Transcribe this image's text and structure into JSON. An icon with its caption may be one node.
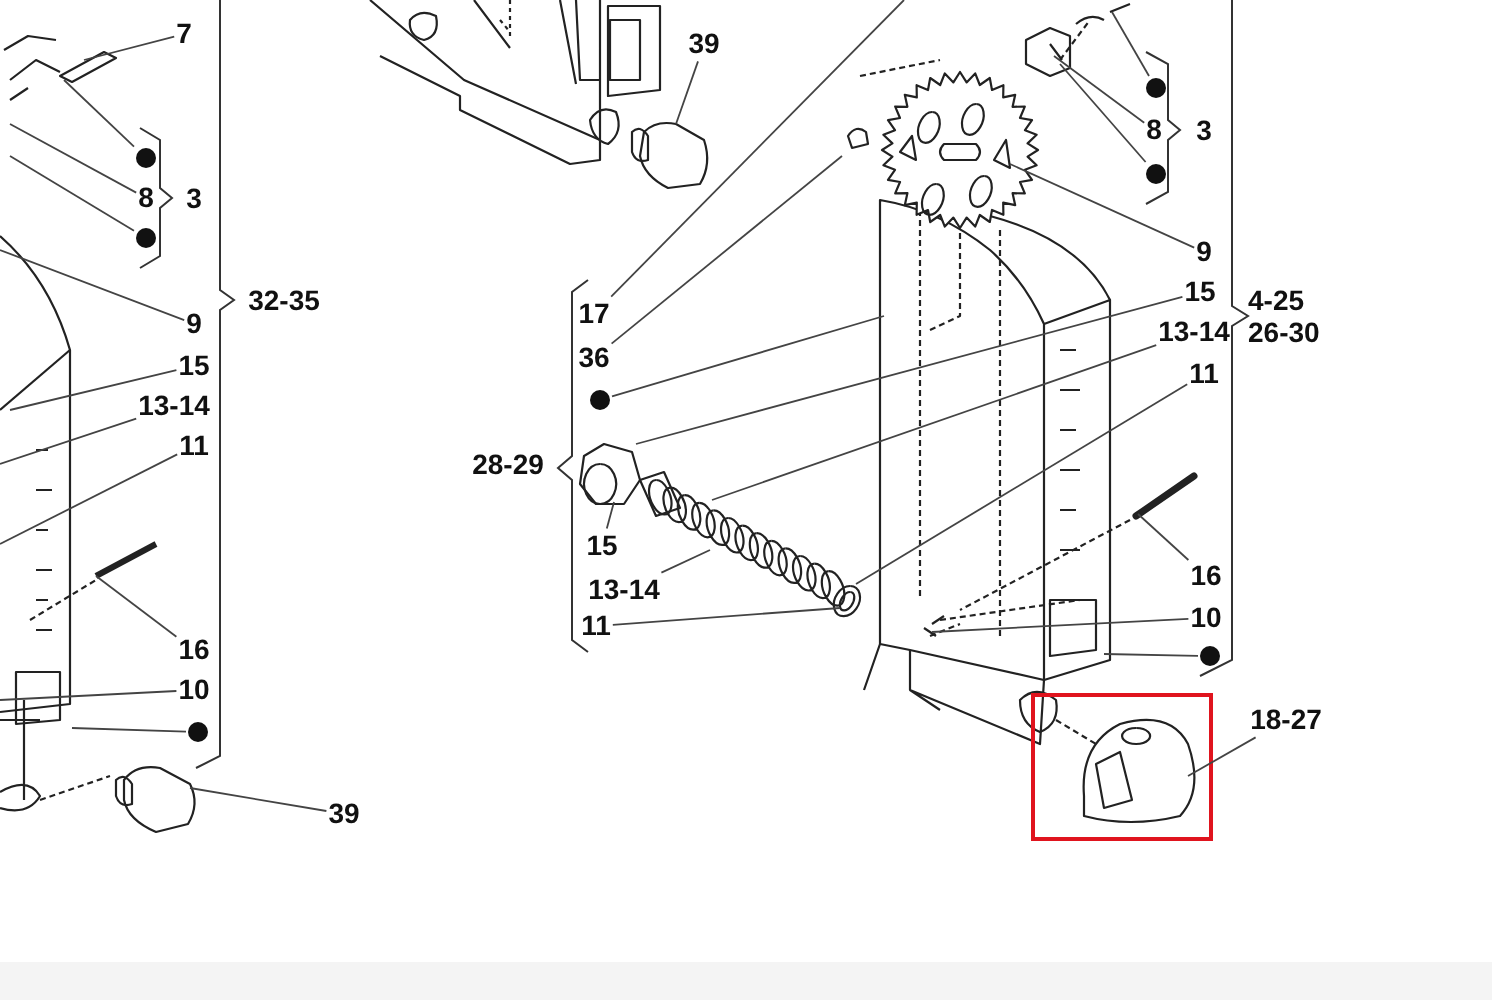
{
  "diagram": {
    "nodes": [
      {
        "text": [
          "7"
        ]
      },
      {
        "text": [
          "39"
        ]
      },
      {
        "text": [],
        "shape": "circle"
      },
      {
        "text": [
          "8"
        ]
      },
      {
        "text": [],
        "shape": "circle"
      },
      {
        "text": [
          "8"
        ]
      },
      {
        "text": [],
        "shape": "circle"
      },
      {
        "text": [],
        "shape": "circle"
      },
      {
        "text": [
          "9"
        ]
      },
      {
        "text": [
          "9"
        ]
      },
      {
        "text": [
          "15"
        ]
      },
      {
        "text": [
          "17"
        ]
      },
      {
        "text": [
          "13-14"
        ]
      },
      {
        "text": [
          "36"
        ]
      },
      {
        "text": [
          "15"
        ]
      },
      {
        "text": [
          "11"
        ]
      },
      {
        "text": [],
        "shape": "circle"
      },
      {
        "text": [
          "13-14"
        ]
      },
      {
        "text": [
          "11"
        ]
      },
      {
        "text": [
          "15"
        ]
      },
      {
        "text": [
          "16"
        ]
      },
      {
        "text": [
          "13-14"
        ]
      },
      {
        "text": [
          "16"
        ]
      },
      {
        "text": [
          "11"
        ]
      },
      {
        "text": [
          "10"
        ]
      },
      {
        "text": [],
        "shape": "circle"
      },
      {
        "text": [
          "10"
        ]
      },
      {
        "text": [
          "18-27"
        ]
      },
      {
        "text": [],
        "shape": "circle"
      },
      {
        "text": [
          "39"
        ]
      }
    ],
    "edges": [
      {
        "from": 0,
        "to": null,
        "arrow": "none"
      },
      {
        "from": 1,
        "to": null,
        "arrow": "none"
      },
      {
        "from": 2,
        "to": null,
        "arrow": "none"
      },
      {
        "from": 3,
        "to": null,
        "arrow": "none"
      },
      {
        "from": 4,
        "to": null,
        "arrow": "none"
      },
      {
        "from": 5,
        "to": null,
        "arrow": "none"
      },
      {
        "from": 6,
        "to": null,
        "arrow": "none"
      },
      {
        "from": 7,
        "to": null,
        "arrow": "none"
      },
      {
        "from": 8,
        "to": null,
        "arrow": "none"
      },
      {
        "from": 9,
        "to": null,
        "arrow": "none"
      },
      {
        "from": 10,
        "to": null,
        "arrow": "none"
      },
      {
        "from": 11,
        "to": null,
        "arrow": "none"
      },
      {
        "from": 12,
        "to": null,
        "arrow": "none"
      },
      {
        "from": 13,
        "to": null,
        "arrow": "none"
      },
      {
        "from": 14,
        "to": null,
        "arrow": "none"
      },
      {
        "from": 15,
        "to": null,
        "arrow": "none"
      },
      {
        "from": 16,
        "to": null,
        "arrow": "none"
      },
      {
        "from": 17,
        "to": null,
        "arrow": "none"
      },
      {
        "from": 18,
        "to": null,
        "arrow": "none"
      },
      {
        "from": 19,
        "to": null,
        "arrow": "none"
      },
      {
        "from": 20,
        "to": null,
        "arrow": "none"
      },
      {
        "from": 21,
        "to": null,
        "arrow": "none"
      },
      {
        "from": 22,
        "to": null,
        "arrow": "none"
      },
      {
        "from": 23,
        "to": null,
        "arrow": "none"
      },
      {
        "from": 24,
        "to": null,
        "arrow": "none"
      },
      {
        "from": 25,
        "to": null,
        "arrow": "none"
      },
      {
        "from": 26,
        "to": null,
        "arrow": "none"
      },
      {
        "from": 27,
        "to": null,
        "arrow": "none"
      },
      {
        "from": 28,
        "to": null,
        "arrow": "none"
      },
      {
        "from": 29,
        "to": null,
        "arrow": "none"
      }
    ],
    "labels": [
      "3",
      "3",
      "32-35",
      "4-25 26-30",
      "28-29"
    ]
  }
}
